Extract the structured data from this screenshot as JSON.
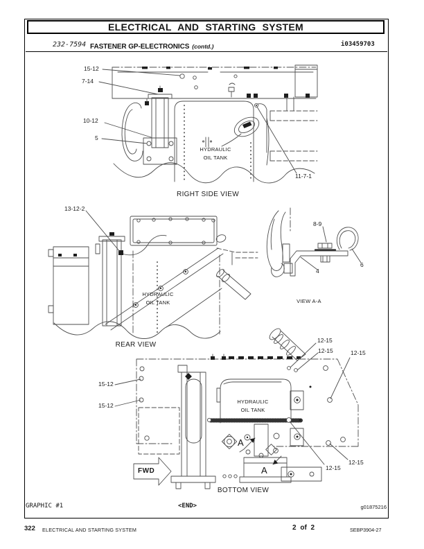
{
  "header": {
    "title": "ELECTRICAL AND STARTING SYSTEM",
    "part_number": "232-7594",
    "part_name": "FASTENER GP-ELECTRONICS",
    "contd_note": "(contd.)",
    "doc_id": "i03459703"
  },
  "diagrams": {
    "right_side_view": {
      "caption": "RIGHT SIDE VIEW",
      "tank_line1": "HYDRAULIC",
      "tank_line2": "OIL TANK",
      "callouts": {
        "c1": "15-12",
        "c2": "7-14",
        "c3": "10-12",
        "c4": "5",
        "c5": "11-7-1"
      }
    },
    "rear_view": {
      "caption": "REAR VIEW",
      "tank_line1": "HYDRAULIC",
      "tank_line2": "OIL TANK",
      "callouts": {
        "c1": "13-12-2"
      }
    },
    "view_a_a": {
      "caption": "VIEW A-A",
      "callouts": {
        "c1": "8-9",
        "c2": "4",
        "c3": "6"
      }
    },
    "bottom_view": {
      "caption": "BOTTOM VIEW",
      "tank_line1": "HYDRAULIC",
      "tank_line2": "OIL TANK",
      "fwd_label": "FWD",
      "section_marker": "A",
      "callouts": {
        "c1": "12-15",
        "c2": "12-15",
        "c3": "12-15",
        "c4": "15-12",
        "c5": "15-12",
        "c6": "12-15",
        "c7": "12-15"
      }
    }
  },
  "graphic_footer": {
    "label": "GRAPHIC #1",
    "end_marker": "<END>",
    "graphic_id": "g01875216"
  },
  "page_footer": {
    "page_number": "322",
    "section_title": "ELECTRICAL AND STARTING SYSTEM",
    "page_indicator": "2 of 2",
    "document_code": "SEBP3904-27"
  }
}
